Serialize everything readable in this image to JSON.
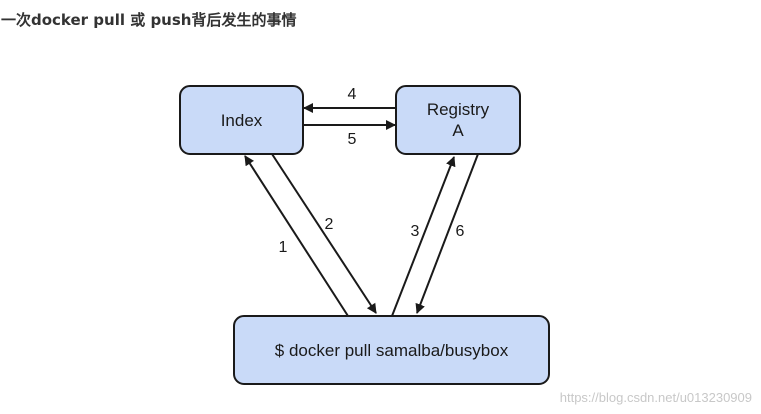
{
  "page": {
    "title": "一次docker pull 或 push背后发生的事情"
  },
  "diagram": {
    "nodes": {
      "index": {
        "label": "Index"
      },
      "registry": {
        "label_line1": "Registry",
        "label_line2": "A"
      },
      "client": {
        "label": "$ docker pull samalba/busybox"
      }
    },
    "edges": [
      {
        "id": "1",
        "label": "1",
        "from": "client",
        "to": "index"
      },
      {
        "id": "2",
        "label": "2",
        "from": "index",
        "to": "client"
      },
      {
        "id": "3",
        "label": "3",
        "from": "client",
        "to": "registry"
      },
      {
        "id": "4",
        "label": "4",
        "from": "registry",
        "to": "index"
      },
      {
        "id": "5",
        "label": "5",
        "from": "index",
        "to": "registry"
      },
      {
        "id": "6",
        "label": "6",
        "from": "registry",
        "to": "client"
      }
    ]
  },
  "colors": {
    "box_fill": "#c9daf8",
    "box_stroke": "#1a1a1a",
    "arrow": "#1a1a1a"
  },
  "watermark": {
    "text": "https://blog.csdn.net/u013230909"
  }
}
